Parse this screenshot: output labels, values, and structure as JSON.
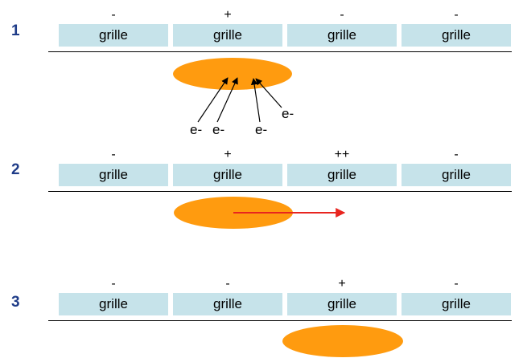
{
  "steps": [
    {
      "number": "1",
      "signs": [
        "-",
        "+",
        "-",
        "-"
      ],
      "grids": [
        "grille",
        "grille",
        "grille",
        "grille"
      ],
      "electrons": [
        "e-",
        "e-",
        "e-",
        "e-"
      ]
    },
    {
      "number": "2",
      "signs": [
        "-",
        "+",
        "++",
        "-"
      ],
      "grids": [
        "grille",
        "grille",
        "grille",
        "grille"
      ]
    },
    {
      "number": "3",
      "signs": [
        "-",
        "-",
        "+",
        "-"
      ],
      "grids": [
        "grille",
        "grille",
        "grille",
        "grille"
      ]
    }
  ],
  "colors": {
    "grid_fill": "#c6e3ea",
    "charge_packet": "#ff9b0f",
    "transfer_arrow": "#e8251f",
    "step_number": "#1f3c88"
  }
}
